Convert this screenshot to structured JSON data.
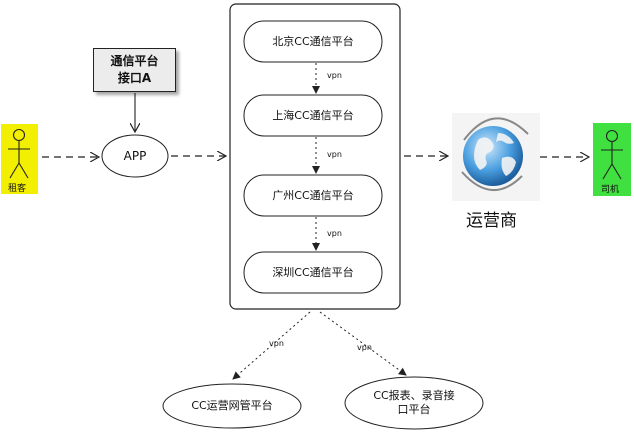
{
  "actors": {
    "customer": {
      "label": "租客",
      "color": "#f3ef00"
    },
    "driver": {
      "label": "司机",
      "color": "#3fe03f"
    }
  },
  "interface_box": {
    "line1": "通信平台",
    "line2": "接口A"
  },
  "app": {
    "label": "APP"
  },
  "platforms": [
    {
      "label": "北京CC通信平台"
    },
    {
      "label": "上海CC通信平台"
    },
    {
      "label": "广州CC通信平台"
    },
    {
      "label": "深圳CC通信平台"
    }
  ],
  "vpn_labels": {
    "a": "vpn",
    "b": "vpn",
    "c": "vpn",
    "d": "vpn",
    "e": "vpn"
  },
  "operator": {
    "label": "运营商",
    "icon": "globe-icon"
  },
  "bottom": {
    "mgmt": {
      "label": "CC运营网管平台"
    },
    "report": {
      "line1": "CC报表、录音接",
      "line2": "口平台"
    }
  }
}
